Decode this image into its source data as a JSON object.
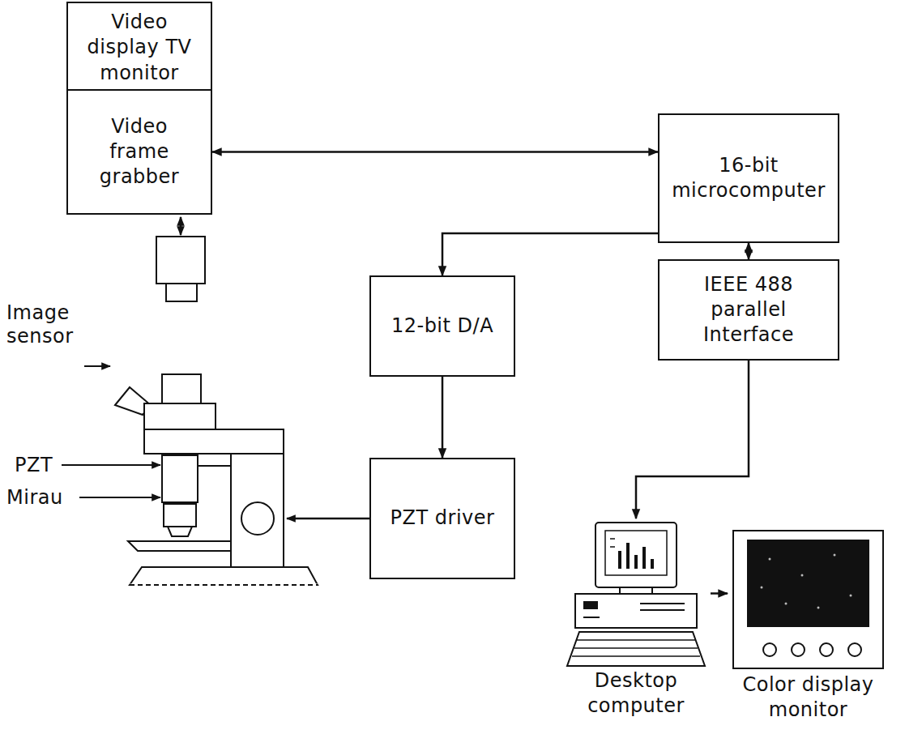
{
  "diagram": {
    "nodes": [
      {
        "text": [
          "Video display TV monitor"
        ]
      },
      {
        "text": [
          "Video frame grabber"
        ]
      },
      {
        "text": [
          "16-bit microcomputer"
        ]
      },
      {
        "text": [
          "12-bit D/A"
        ]
      },
      {
        "text": [
          "IEEE 488 parallel Interface"
        ]
      },
      {
        "text": [
          "PZT driver"
        ]
      },
      {
        "text": [
          "Desktop computer"
        ]
      },
      {
        "text": [
          "Color display monitor"
        ]
      }
    ],
    "edges": [
      {
        "from": 1,
        "to": 0,
        "arrow": "to"
      },
      {
        "from": 1,
        "to": 2,
        "arrow": "both"
      },
      {
        "from": 2,
        "to": 3,
        "arrow": "to"
      },
      {
        "from": 3,
        "to": 5,
        "arrow": "to"
      },
      {
        "from": 2,
        "to": 4,
        "arrow": "both"
      },
      {
        "from": 4,
        "to": 6,
        "arrow": "to"
      },
      {
        "from": 6,
        "to": 7,
        "arrow": "to"
      }
    ],
    "labels": [
      "Image sensor",
      "PZT",
      "Mirau"
    ]
  }
}
